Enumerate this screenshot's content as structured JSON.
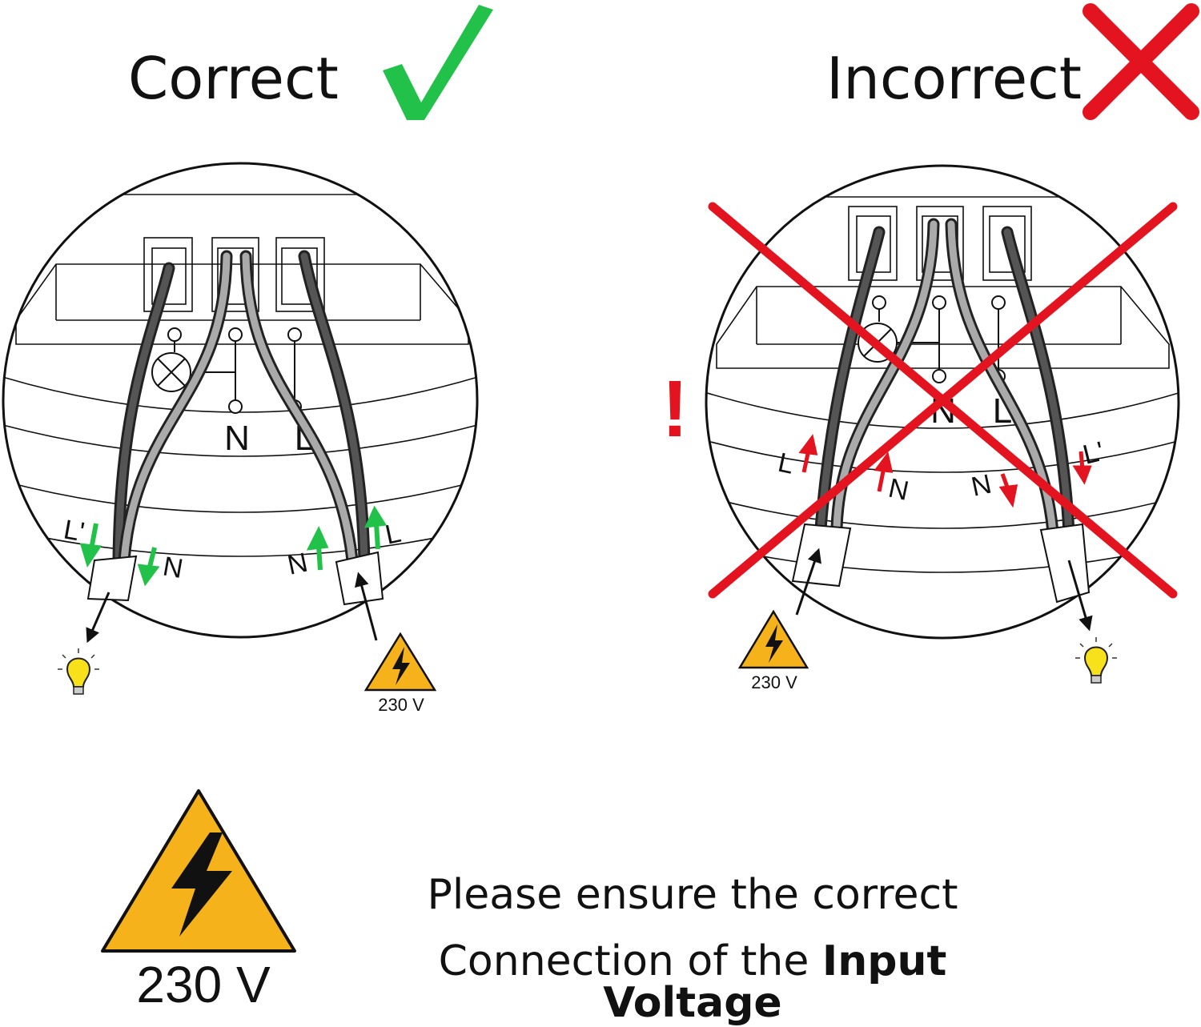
{
  "correct": {
    "title": "Correct",
    "terminal_labels": [
      "N",
      "L"
    ],
    "wire_labels": [
      "L'",
      "N",
      "N",
      "L"
    ],
    "voltage_label": "230 V"
  },
  "incorrect": {
    "title": "Incorrect",
    "warning_mark": "!",
    "terminal_labels": [
      "N",
      "L"
    ],
    "wire_labels": [
      "L",
      "N",
      "N",
      "L'"
    ],
    "voltage_label": "230 V"
  },
  "note": {
    "line1": "Please ensure the correct",
    "line2_prefix": "Connection of the ",
    "line2_bold": "Input Voltage"
  },
  "legend": {
    "voltage_label": "230 V"
  },
  "colors": {
    "correct": "#22c24a",
    "incorrect": "#e3141f",
    "warning_yellow": "#f5b21a",
    "bulb": "#f7e11b"
  },
  "icons": [
    "check-icon",
    "cross-icon",
    "lightning-warning-icon",
    "light-bulb-icon"
  ]
}
